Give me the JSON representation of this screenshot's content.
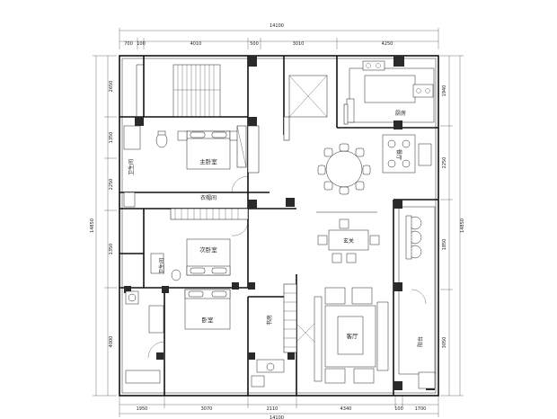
{
  "plan": {
    "dims_top": {
      "total": "14100",
      "segments": [
        "700",
        "100",
        "4010",
        "500",
        "3010",
        "4250"
      ]
    },
    "dims_bottom": {
      "total": "14100",
      "segments": [
        "1950",
        "3070",
        "2110",
        "4340",
        "100",
        "1700"
      ]
    },
    "dims_left": {
      "total": "14850",
      "segments": [
        "2650",
        "1350",
        "2250",
        "1350",
        "4000"
      ]
    },
    "dims_right": {
      "total": "14850",
      "segments": [
        "1940",
        "2250",
        "1850",
        "3050"
      ]
    },
    "rooms": {
      "bedroom_a": "主卧室",
      "bedroom_b": "次卧室",
      "bedroom_c": "卧室",
      "bath_a": "卫生间",
      "bath_b": "卫生间",
      "dining": "餐厅",
      "living": "客厅",
      "balcony": "阳台",
      "study": "书房",
      "kitchen_note": "厨房",
      "closet": "衣帽间",
      "entry": "玄关"
    }
  }
}
